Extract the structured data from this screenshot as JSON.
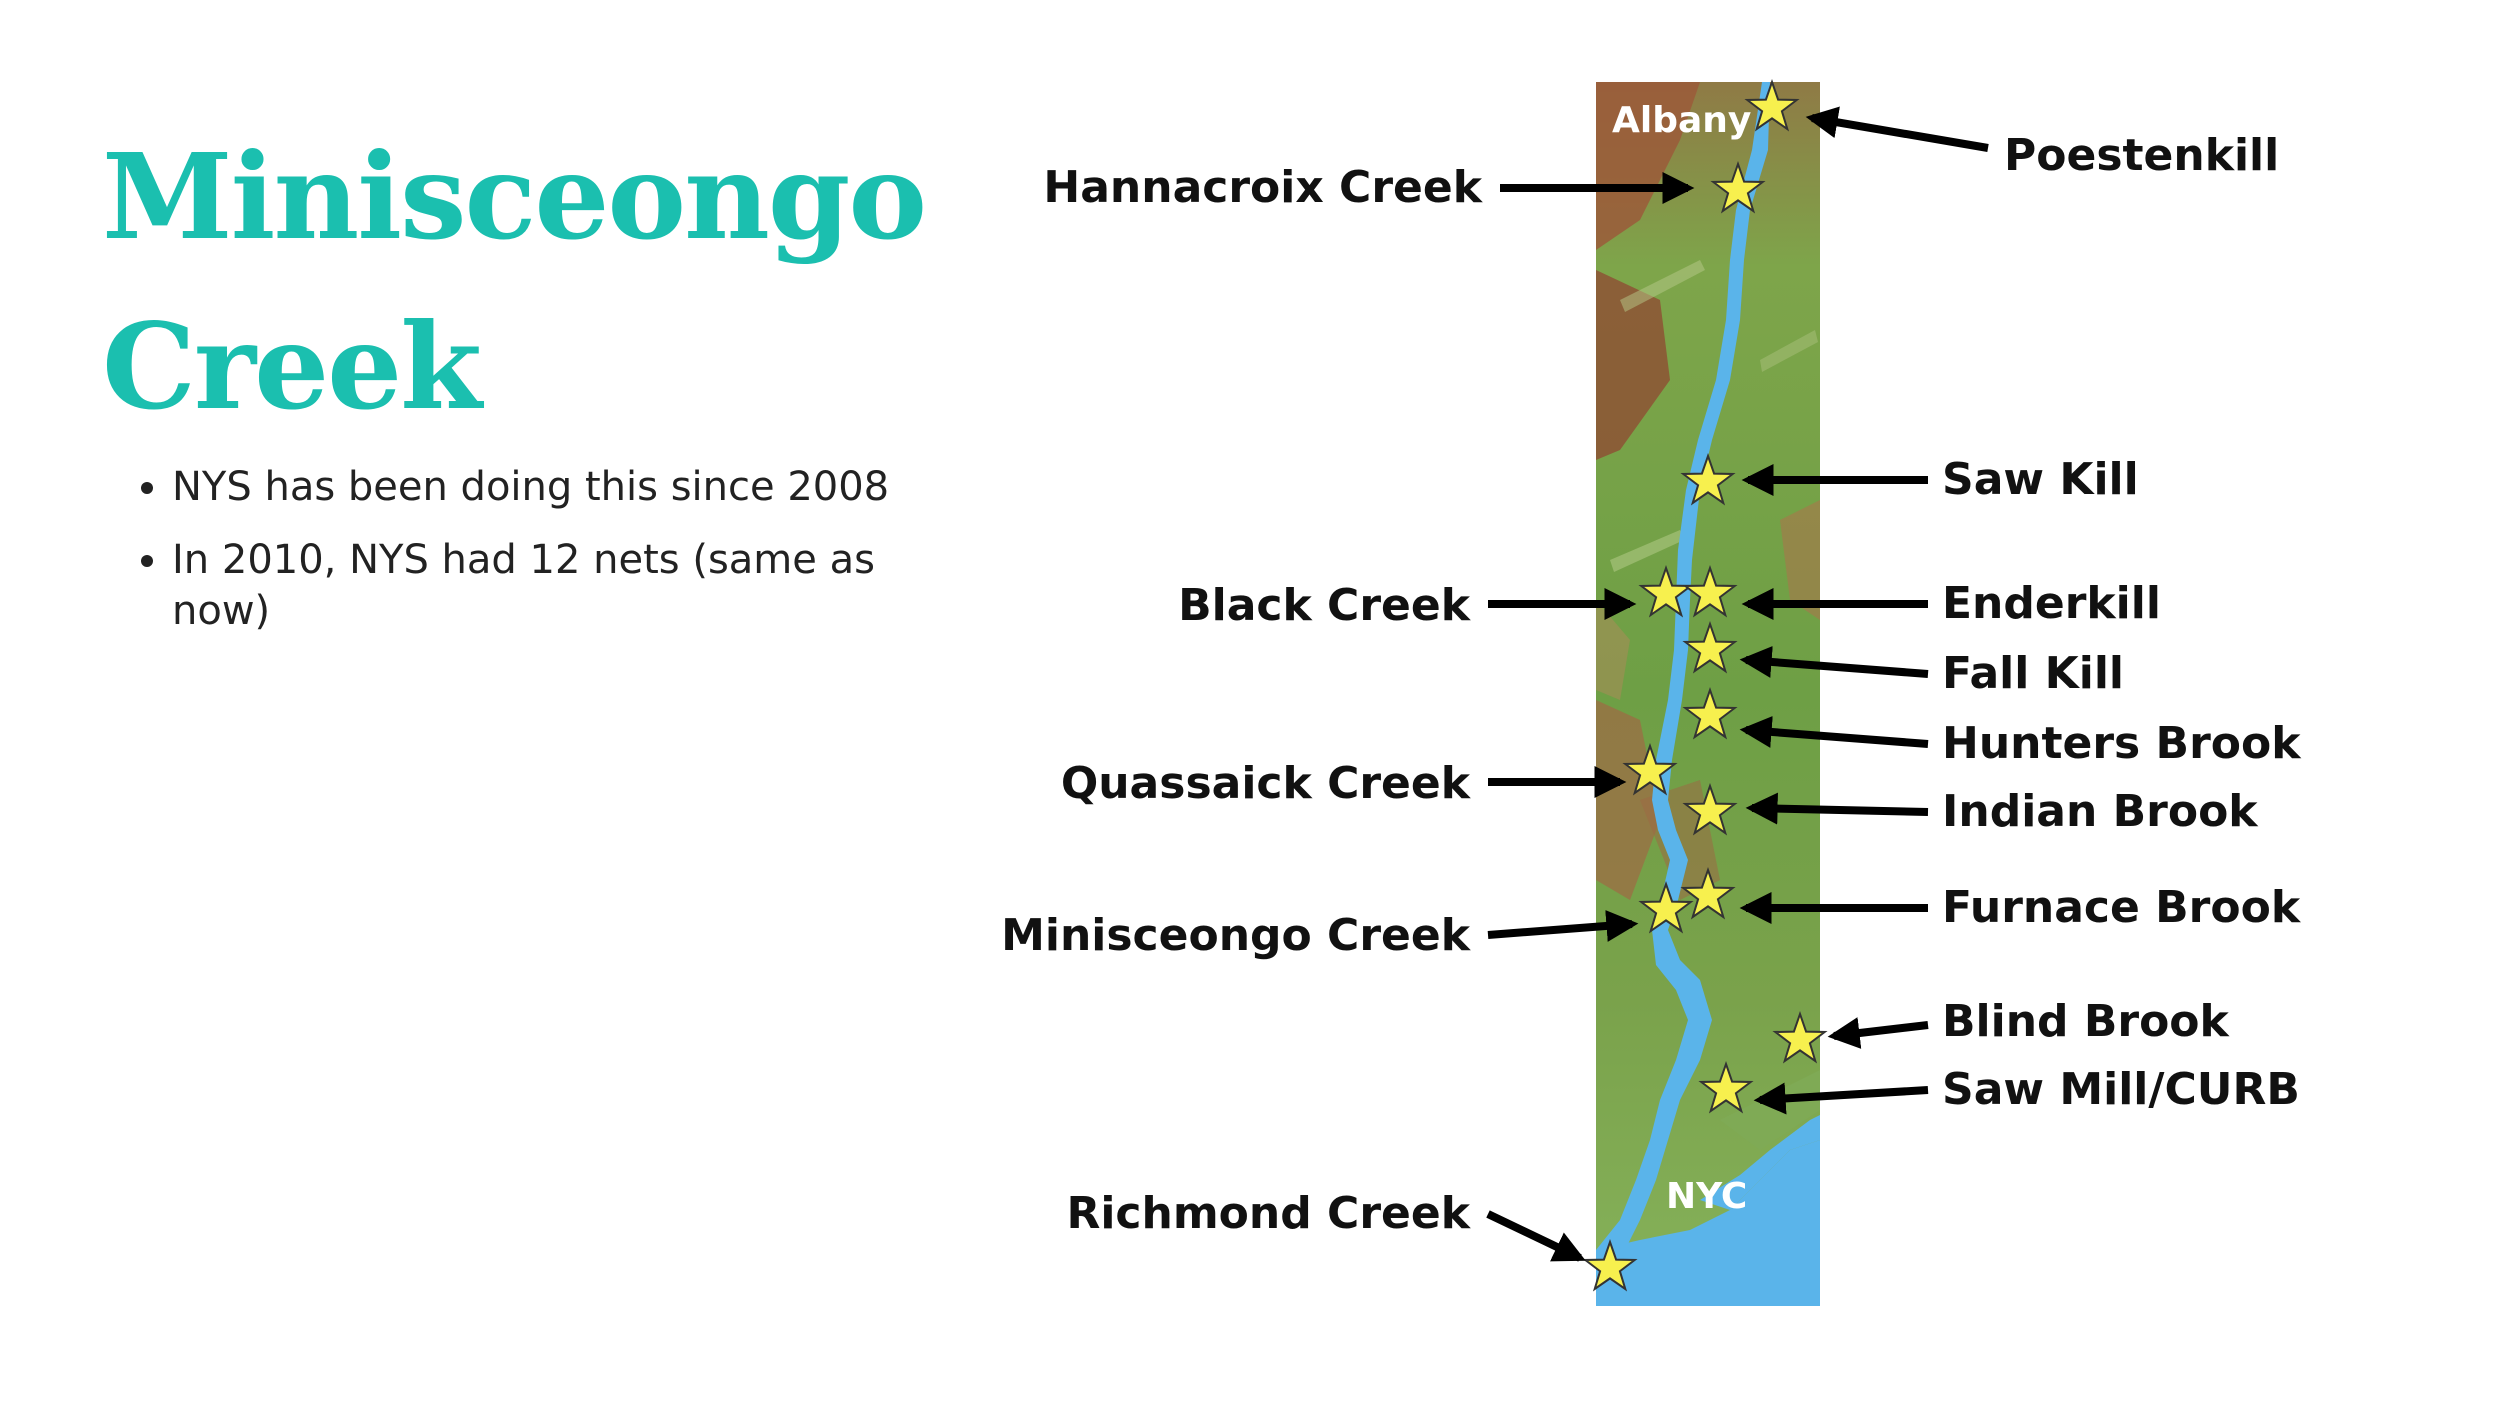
{
  "title_lines": [
    "Minisceongo",
    "Creek"
  ],
  "bullets": [
    "NYS has been doing this since 2008",
    "In 2010, NYS had 12 nets (same as now)"
  ],
  "colors": {
    "title": "#1bbfaf",
    "star": "#f7f04e",
    "river": "#5ab4ea",
    "land_green": "#6fa34a",
    "land_brown": "#9b5a3a",
    "arrow": "#000000"
  },
  "map": {
    "cities": [
      "Albany",
      "NYC"
    ],
    "sites_left": [
      "Hannacroix Creek",
      "Black Creek",
      "Quassaick Creek",
      "Minisceongo Creek",
      "Richmond Creek"
    ],
    "sites_right": [
      "Poestenkill",
      "Saw Kill",
      "Enderkill",
      "Fall Kill",
      "Hunters Brook",
      "Indian Brook",
      "Furnace Brook",
      "Blind Brook",
      "Saw Mill/CURB"
    ],
    "marker_icon": "star-icon",
    "pointer_icon": "arrow-icon"
  }
}
